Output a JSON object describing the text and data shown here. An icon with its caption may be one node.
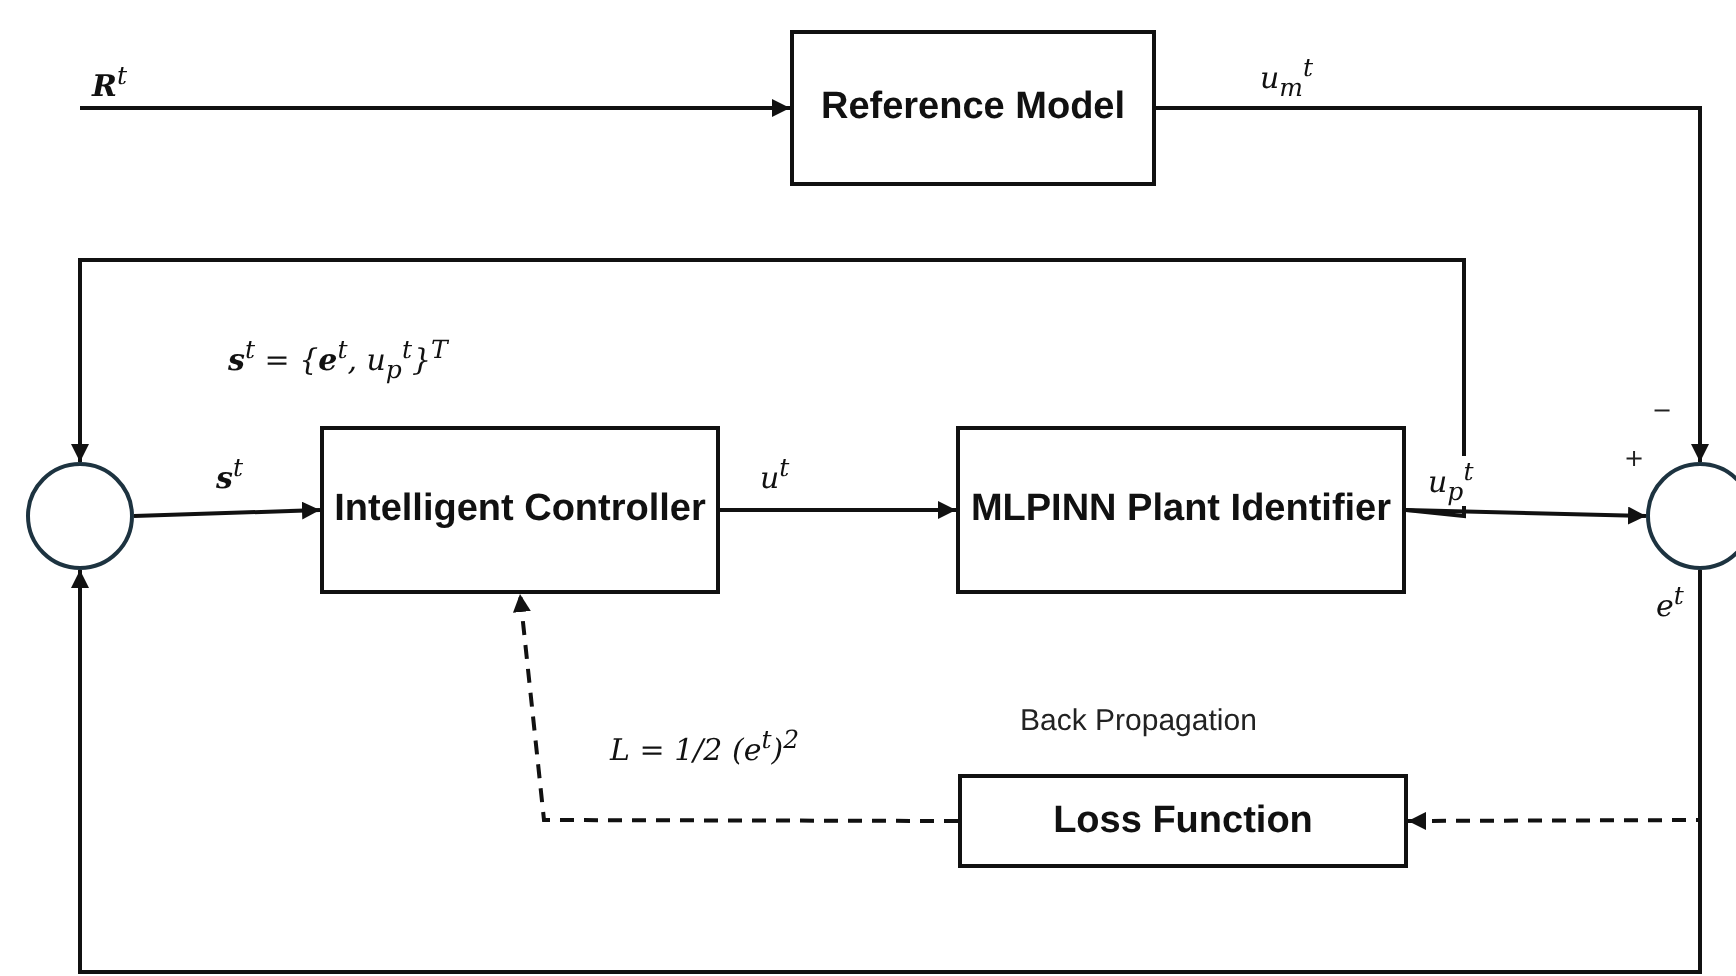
{
  "diagram": {
    "nodes": [
      {
        "text": [
          "Reference Model"
        ]
      },
      {
        "text": [],
        "shape": "circle"
      },
      {
        "text": [
          "Intelligent Controller"
        ]
      },
      {
        "text": [
          "MLPINN Plant Identifier"
        ]
      },
      {
        "text": [],
        "shape": "circle"
      },
      {
        "text": [
          "Loss Function"
        ],
        "beside": [
          "Back Propagation"
        ]
      }
    ],
    "edges": [
      {
        "from": null,
        "to": 0,
        "arrow": "to",
        "label": "**R**$^{t}$"
      },
      {
        "from": 0,
        "to": 4,
        "arrow": "to",
        "label": "u$_{m}$$^{t}$"
      },
      {
        "from": 1,
        "to": 2,
        "arrow": "to",
        "label": "**s**$^{t}$"
      },
      {
        "from": 2,
        "to": 3,
        "arrow": "to",
        "label": "u$^{t}$"
      },
      {
        "from": 3,
        "to": 4,
        "arrow": "to",
        "label": "u$_{p}$$^{t}$"
      },
      {
        "from": 3,
        "to": 1,
        "arrow": "to",
        "label": "**s**$^{t}$ = {**e**$^{t}$, u$_{p}$$^{t}$}$^{T}$"
      },
      {
        "from": 4,
        "to": 1,
        "arrow": "to",
        "label": "e$^{t}$"
      },
      {
        "from": 4,
        "to": 5,
        "arrow": "to",
        "style": "dashed"
      },
      {
        "from": 5,
        "to": 2,
        "arrow": "to",
        "style": "dashed",
        "label": "L = 1/2 (e$^{t}$)$^{2}$"
      }
    ],
    "labels": [
      "−",
      "+"
    ]
  }
}
